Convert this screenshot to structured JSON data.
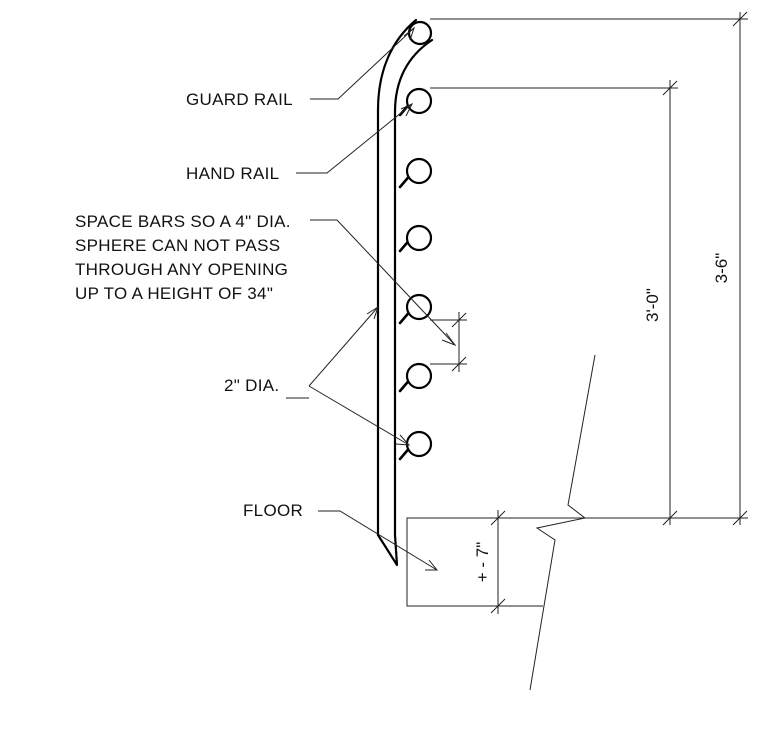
{
  "labels": {
    "guard_rail": "GUARD RAIL",
    "hand_rail": "HAND RAIL",
    "spacing_note": [
      "SPACE BARS SO A 4\" DIA.",
      "SPHERE CAN NOT PASS",
      "THROUGH ANY OPENING",
      "UP TO A HEIGHT OF 34\""
    ],
    "diameter": "2\" DIA.",
    "floor": "FLOOR"
  },
  "dimensions": {
    "guard_rail_height": "3-6\"",
    "hand_rail_height": "3'-0\"",
    "step_height": "+ - 7\""
  }
}
